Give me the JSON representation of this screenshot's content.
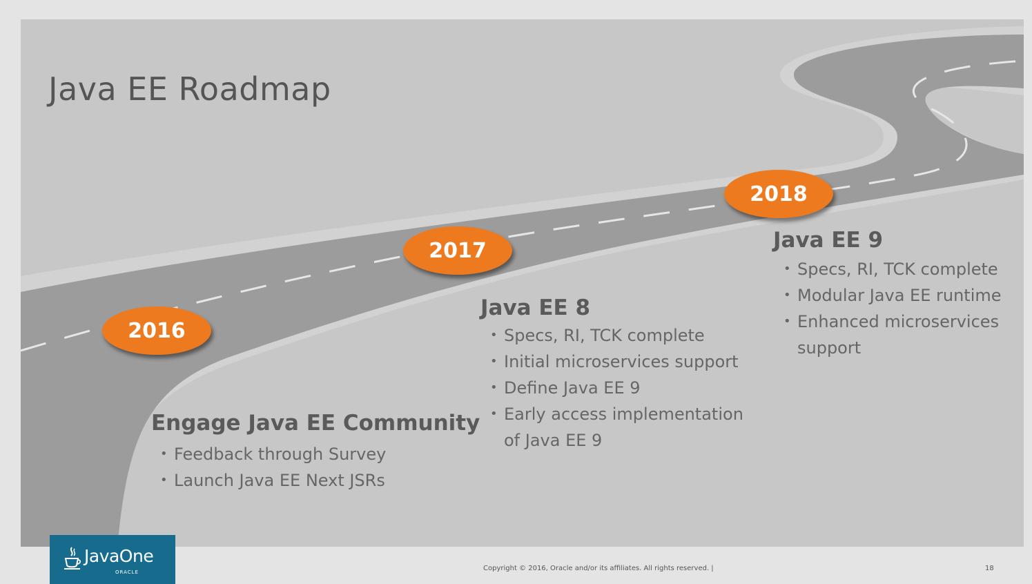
{
  "slide": {
    "title": "Java EE Roadmap"
  },
  "milestones": [
    {
      "year": "2016",
      "heading": "Engage Java EE Community",
      "items": [
        "Feedback through Survey",
        "Launch Java EE Next JSRs"
      ]
    },
    {
      "year": "2017",
      "heading": "Java EE 8",
      "items": [
        "Specs, RI, TCK complete",
        "Initial microservices support",
        "Define Java EE 9",
        "Early access implementation",
        "of Java EE 9"
      ]
    },
    {
      "year": "2018",
      "heading": "Java EE 9",
      "items": [
        "Specs, RI, TCK complete",
        "Modular Java EE runtime",
        "Enhanced microservices",
        "support"
      ]
    }
  ],
  "footer": {
    "logo": "JavaOne",
    "logo_sub": "ORACLE",
    "copyright": "Copyright © 2016, Oracle and/or its affiliates. All rights reserved. |",
    "page_number": "18"
  },
  "colors": {
    "badge": "#ee7a1f",
    "logo_bg": "#176c8e",
    "road": "#9c9c9c",
    "background": "#c7c7c7"
  }
}
